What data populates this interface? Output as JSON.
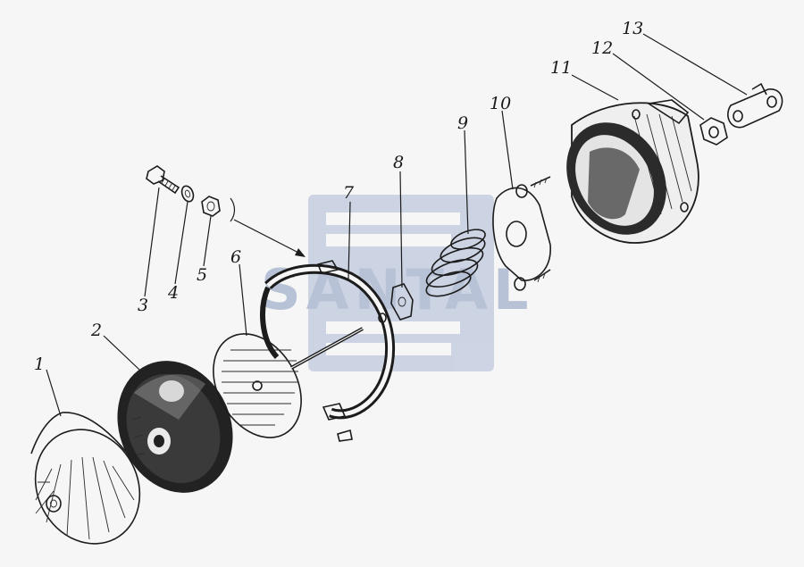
{
  "watermark": {
    "text": "SANTAL",
    "color": "#b9c3d6"
  },
  "labels": [
    {
      "id": "1",
      "text": "1"
    },
    {
      "id": "2",
      "text": "2"
    },
    {
      "id": "3",
      "text": "3"
    },
    {
      "id": "4",
      "text": "4"
    },
    {
      "id": "5",
      "text": "5"
    },
    {
      "id": "6",
      "text": "6"
    },
    {
      "id": "7",
      "text": "7"
    },
    {
      "id": "8",
      "text": "8"
    },
    {
      "id": "9",
      "text": "9"
    },
    {
      "id": "10",
      "text": "10"
    },
    {
      "id": "11",
      "text": "11"
    },
    {
      "id": "12",
      "text": "12"
    },
    {
      "id": "13",
      "text": "13"
    }
  ],
  "colors": {
    "ink": "#1c1c1c",
    "background": "#f6f6f6"
  }
}
